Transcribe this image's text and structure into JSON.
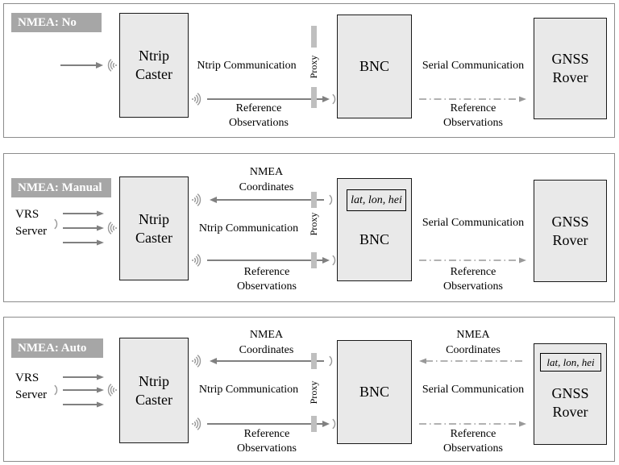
{
  "colors": {
    "panel_border": "#8c8c8c",
    "label_bg": "#a6a6a6",
    "label_text": "#ffffff",
    "box_fill": "#e9e9e9",
    "box_border": "#1a1a1a",
    "arrow": "#808080",
    "waves": "#999999",
    "proxy_bar": "#bfbfbf",
    "dashdot": "#999999"
  },
  "icons": {
    "receive_waves": "radio-waves-left-icon",
    "transmit_waves": "radio-waves-right-icon",
    "antenna": "antenna-arc-icon"
  },
  "panels": [
    {
      "title": "NMEA: No",
      "caster": "Ntrip\nCaster",
      "bnc": "BNC",
      "rover": "GNSS\nRover",
      "ntrip_communication": "Ntrip Communication",
      "reference_observations_left": "Reference\nObservations",
      "proxy": "Proxy",
      "serial_communication": "Serial Communication",
      "reference_observations_right": "Reference\nObservations"
    },
    {
      "title": "NMEA: Manual",
      "vrs_server": "VRS\nServer",
      "caster": "Ntrip\nCaster",
      "nmea_coordinates_left": "NMEA\nCoordinates",
      "ntrip_communication": "Ntrip Communication",
      "reference_observations_left": "Reference\nObservations",
      "proxy": "Proxy",
      "bnc": "BNC",
      "bnc_inset": "lat, lon, hei",
      "serial_communication": "Serial Communication",
      "reference_observations_right": "Reference\nObservations",
      "rover": "GNSS\nRover"
    },
    {
      "title": "NMEA: Auto",
      "vrs_server": "VRS\nServer",
      "caster": "Ntrip\nCaster",
      "nmea_coordinates_left": "NMEA\nCoordinates",
      "ntrip_communication": "Ntrip Communication",
      "reference_observations_left": "Reference\nObservations",
      "proxy": "Proxy",
      "bnc": "BNC",
      "nmea_coordinates_right": "NMEA\nCoordinates",
      "serial_communication": "Serial Communication",
      "reference_observations_right": "Reference\nObservations",
      "rover": "GNSS\nRover",
      "rover_inset": "lat, lon, hei"
    }
  ]
}
